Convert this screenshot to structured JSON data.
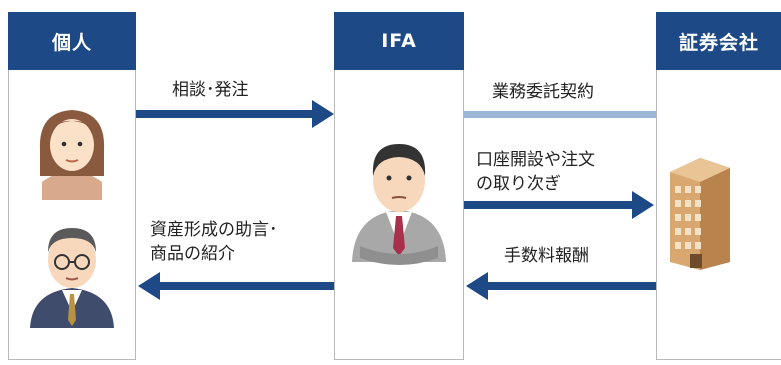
{
  "colors": {
    "header": "#1d4a86",
    "arrow": "#1d4a86",
    "contract_line": "#9ab8d6"
  },
  "columns": {
    "individual": "個人",
    "ifa": "IFA",
    "securities": "証券会社"
  },
  "flows": {
    "consult_order": "相談･発注",
    "business_contract": "業務委託契約",
    "order_relay_line1": "口座開設や注文",
    "order_relay_line2": "の取り次ぎ",
    "commission": "手数料報酬",
    "advice_line1": "資産形成の助言･",
    "advice_line2": "商品の紹介"
  },
  "icons": {
    "person_1": "woman-icon",
    "person_2": "man-with-glasses-icon",
    "advisor": "businessman-icon",
    "company": "office-building-icon"
  }
}
